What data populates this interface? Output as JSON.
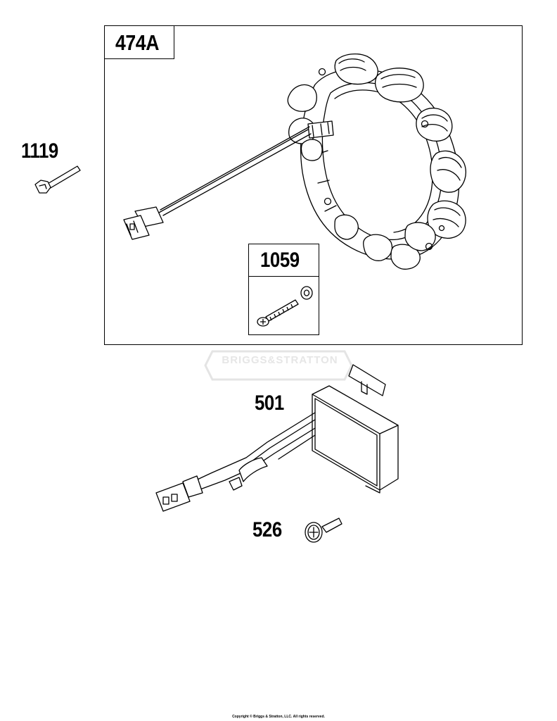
{
  "callouts": {
    "stator_assembly": "474A",
    "stator_screw": "1119",
    "screw_kit": "1059",
    "regulator": "501",
    "regulator_screw": "526"
  },
  "watermark": "BRIGGS&STRATTON",
  "footer": {
    "copyright": "Copyright © Briggs & Stratton, LLC. All rights reserved."
  }
}
